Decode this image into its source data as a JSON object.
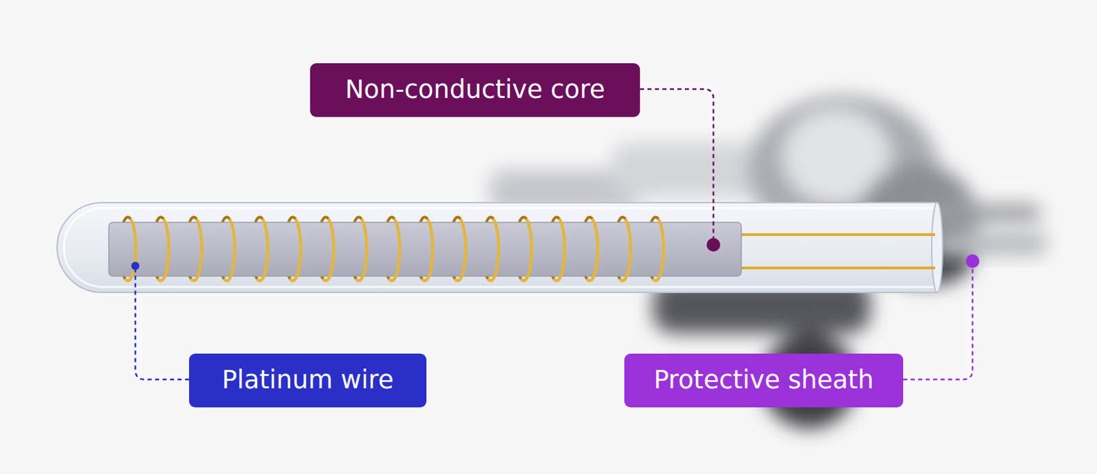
{
  "diagram": {
    "nodes": [
      {
        "text": [
          "Non-conductive core"
        ]
      },
      {
        "text": [
          "Platinum wire"
        ]
      },
      {
        "text": [
          "Protective sheath"
        ]
      }
    ]
  }
}
